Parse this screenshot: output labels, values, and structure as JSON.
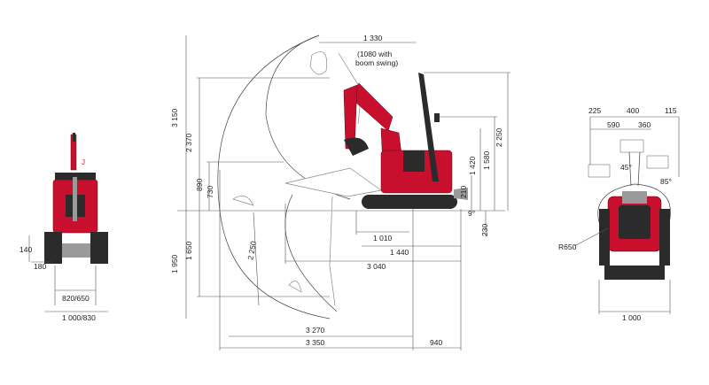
{
  "colors": {
    "accent": "#c8102e",
    "line": "#555555",
    "track": "#2b2b2b"
  },
  "front_view": {
    "marker": "J",
    "dims": {
      "height_140": "140",
      "offset_180": "180",
      "track_820": "820/650",
      "width_1000": "1 000/830"
    }
  },
  "side_view": {
    "dims": {
      "d1330": "1 330",
      "boom_swing_note_1": "(1080 with",
      "boom_swing_note_2": "boom swing)",
      "d3150": "3 150",
      "d2370": "2 370",
      "d890": "890",
      "d730": "730",
      "d1420": "1 420",
      "d1580": "1 580",
      "d2250": "2 250",
      "d210": "210",
      "d9deg": "9°",
      "d230": "230",
      "d1010": "1 010",
      "d1440": "1 440",
      "d3040": "3 040",
      "d1950": "1 950",
      "d1650": "1 650",
      "d2250b": "2 250",
      "d3270": "3 270",
      "d3350": "3 350",
      "d940": "940"
    }
  },
  "rear_view": {
    "dims": {
      "d225": "225",
      "d400": "400",
      "d115": "115",
      "d590": "590",
      "d360": "360",
      "a45": "45°",
      "a85": "85°",
      "r650": "R650",
      "d1000": "1 000"
    }
  }
}
